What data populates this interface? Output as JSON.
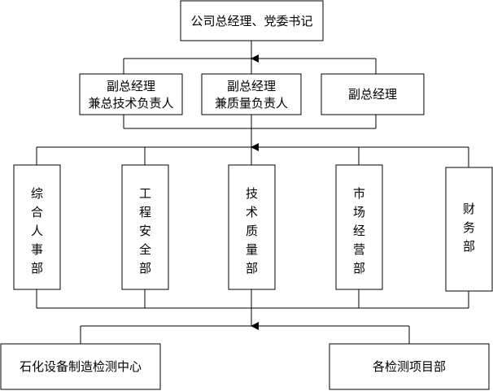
{
  "org_chart": {
    "top": "公司总经理、党委书记",
    "deputies": [
      {
        "lines": [
          "副总经理",
          "兼总技术负责人"
        ]
      },
      {
        "lines": [
          "副总经理",
          "兼质量负责人"
        ]
      },
      {
        "lines": [
          "副总经理"
        ]
      }
    ],
    "departments": [
      {
        "chars": [
          "综",
          "合",
          "人",
          "事",
          "部"
        ]
      },
      {
        "chars": [
          "工",
          "程",
          "安",
          "全",
          "部"
        ]
      },
      {
        "chars": [
          "技",
          "术",
          "质",
          "量",
          "部"
        ]
      },
      {
        "chars": [
          "市",
          "场",
          "经",
          "营",
          "部"
        ]
      },
      {
        "chars": [
          "财",
          "务",
          "部"
        ]
      }
    ],
    "bottom": [
      {
        "label": "石化设备制造检测中心"
      },
      {
        "label": "各检测项目部"
      }
    ]
  }
}
